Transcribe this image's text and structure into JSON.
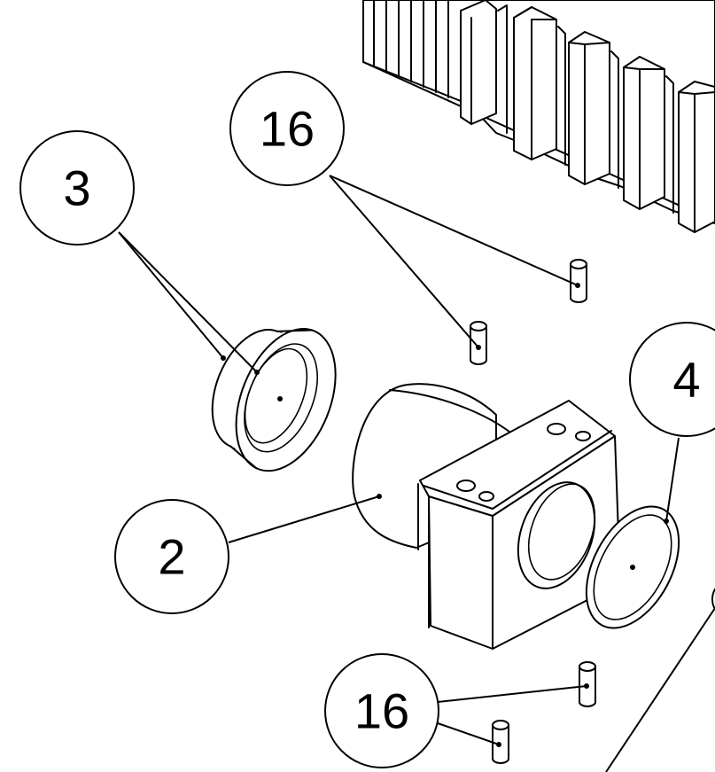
{
  "balloons": {
    "pin_top": "16",
    "seal_left": "3",
    "seal_right": "4",
    "housing": "2",
    "pin_bottom": "16"
  }
}
